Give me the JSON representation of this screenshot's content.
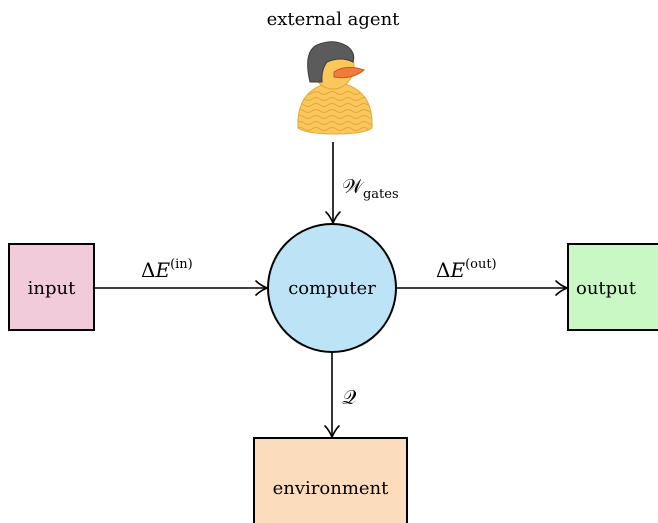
{
  "diagram": {
    "agent_label": "external agent",
    "computer_label": "computer",
    "input_label": "input",
    "output_label": "output",
    "environment_label": "environment",
    "work_label": {
      "symbol": "𝒲",
      "subscript": "gates"
    },
    "heat_label": {
      "symbol": "𝒬"
    },
    "energy_in_label": {
      "delta": "Δ",
      "symbol": "E",
      "superscript": "(in)"
    },
    "energy_out_label": {
      "delta": "Δ",
      "symbol": "E",
      "superscript": "(out)"
    },
    "colors": {
      "input_fill": "#f2cbda",
      "output_fill": "#c9f8c4",
      "environment_fill": "#fbdcbd",
      "computer_fill": "#bde3f6",
      "agent_body": "#f9c75c",
      "agent_hair": "#5b5b5b",
      "agent_beak": "#f07c3c",
      "stroke": "#000000"
    }
  }
}
